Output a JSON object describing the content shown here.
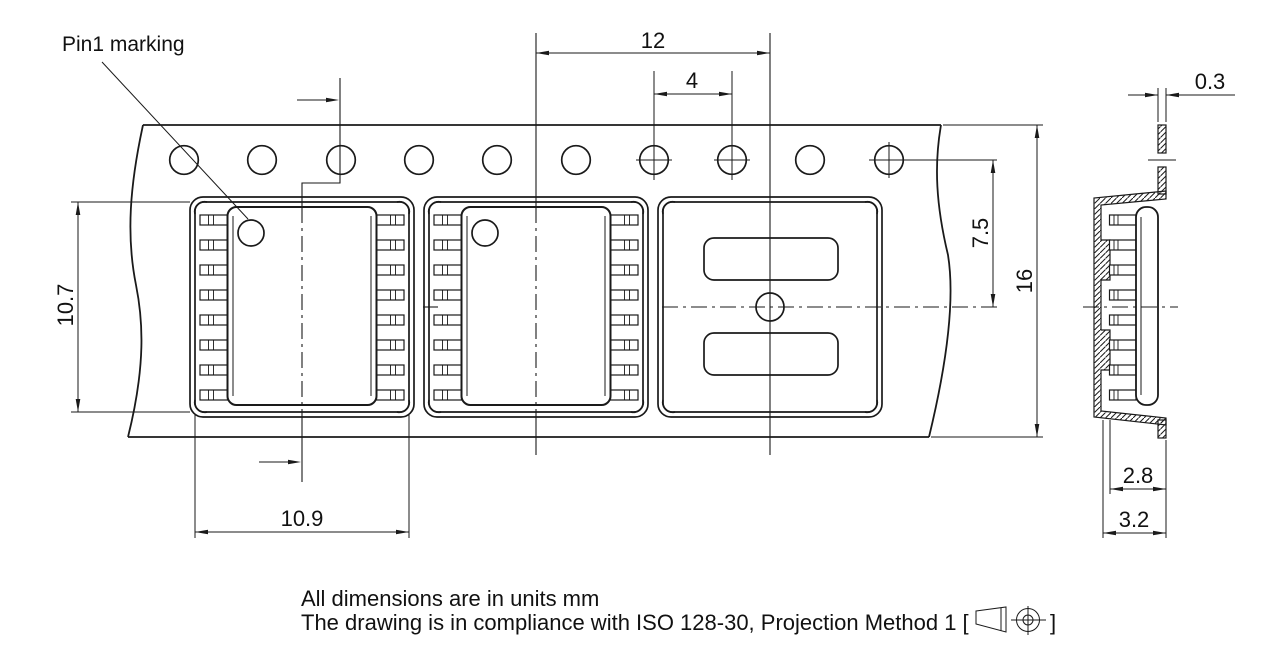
{
  "label": {
    "pin1": "Pin1 marking"
  },
  "dimensions": {
    "pocket_pitch": "12",
    "hole_pitch": "4",
    "tape_thickness": "0.3",
    "hole_to_pocket_center": "7.5",
    "tape_width": "16",
    "pocket_length": "10.7",
    "pocket_width": "10.9",
    "pocket_inner_depth": "2.8",
    "pocket_outer_depth": "3.2"
  },
  "notes": {
    "units": "All dimensions are in units mm",
    "compliance_prefix": "The drawing is in compliance with ISO 128-30, Projection Method 1 [",
    "compliance_suffix": "]"
  },
  "colors": {
    "line": "#1a1a1a",
    "background": "#ffffff"
  }
}
